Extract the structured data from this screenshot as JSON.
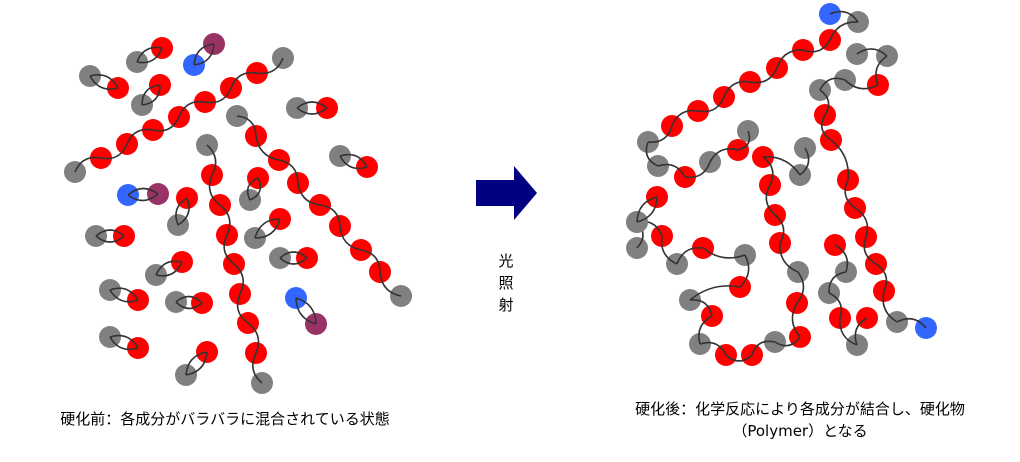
{
  "colors": {
    "resin": "#ff0000",
    "hardener": "#808080",
    "initiator": "#3366ff",
    "additive": "#993366",
    "arrow": "#000080",
    "bond": "#333333"
  },
  "arrow": {
    "label": "光照射",
    "icon": "right-arrow-icon"
  },
  "before": {
    "caption": "硬化前：各成分がバラバラに混合されている状態"
  },
  "after": {
    "caption_line1": "硬化後：化学反応により各成分が結合し、硬化物",
    "caption_line2": "（Polymer）となる"
  }
}
